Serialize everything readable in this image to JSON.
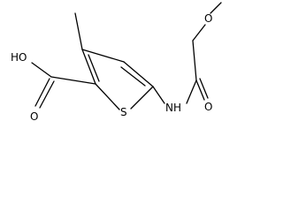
{
  "molecule": {
    "atom_labels": {
      "hydroxyl": "HO",
      "carbonyl_oxygen_acid": "O",
      "thiophene_sulfur": "S",
      "amide_nh": "NH",
      "carbonyl_oxygen_amide": "O",
      "ether_oxygen": "O"
    },
    "colors": {
      "ink": "#000000",
      "background": "#ffffff"
    }
  }
}
